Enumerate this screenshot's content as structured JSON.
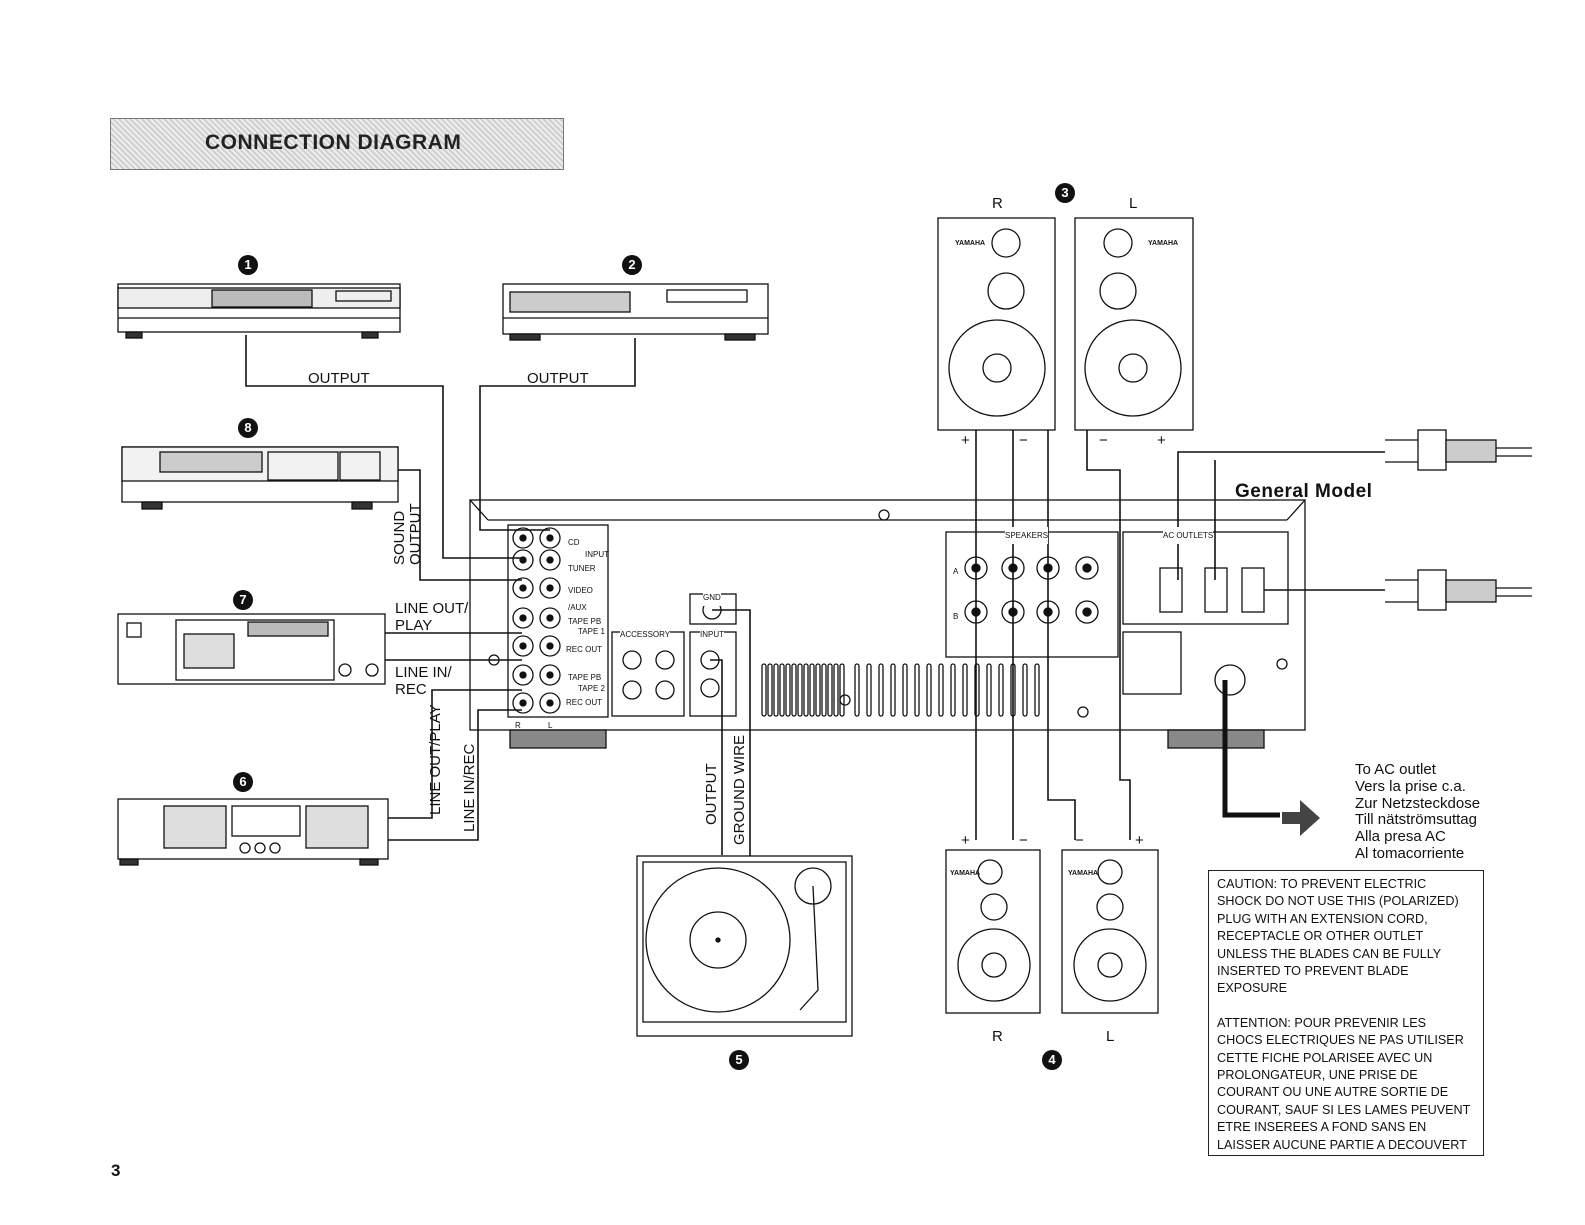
{
  "title": "CONNECTION DIAGRAM",
  "page_number": "3",
  "model_label": "General Model",
  "component_numbers": [
    "1",
    "2",
    "3",
    "4",
    "5",
    "6",
    "7",
    "8"
  ],
  "cable_labels": {
    "tuner_output": "OUTPUT",
    "cd_output": "OUTPUT",
    "sound_output": "SOUND OUTPUT",
    "line_out_play": [
      "LINE OUT/",
      "PLAY"
    ],
    "line_in_rec": [
      "LINE IN/",
      "REC"
    ],
    "line_out_play_vertical": "LINE OUT/PLAY",
    "line_in_rec_vertical": "LINE IN/REC",
    "turntable_output": "OUTPUT",
    "ground_wire": "GROUND WIRE"
  },
  "speaker_labels": {
    "top_right": "R",
    "top_left": "L",
    "bottom_right": "R",
    "bottom_left": "L",
    "plus": "+",
    "minus": "−",
    "brand": "YAMAHA"
  },
  "rear_panel": {
    "inputs": [
      "CD",
      "TUNER",
      "VIDEO /AUX",
      "TAPE PB",
      "REC OUT",
      "TAPE PB",
      "REC OUT"
    ],
    "input_group": "INPUT",
    "tape1": "TAPE 1",
    "tape2": "TAPE 2",
    "accessory": "ACCESSORY",
    "gnd": "GND",
    "phono_input": "INPUT",
    "speakers": "SPEAKERS",
    "speaker_rows": [
      "A",
      "B"
    ],
    "ac_outlets": "AC OUTLETS",
    "channel_r": "R",
    "channel_l": "L"
  },
  "ac_outlet_text": [
    "To AC outlet",
    "Vers la prise c.a.",
    "Zur Netzsteckdose",
    "Till nätströmsuttag",
    "Alla presa AC",
    "Al tomacorriente"
  ],
  "caution_en": [
    "CAUTION: TO PREVENT ELECTRIC",
    "SHOCK DO NOT USE THIS (POLARIZED)",
    "PLUG WITH AN EXTENSION CORD,",
    "RECEPTACLE OR OTHER OUTLET",
    "UNLESS THE BLADES CAN BE FULLY",
    "INSERTED TO PREVENT BLADE",
    "EXPOSURE"
  ],
  "caution_fr": [
    "ATTENTION: POUR PREVENIR LES",
    "CHOCS ELECTRIQUES NE PAS UTILISER",
    "CETTE FICHE POLARISEE AVEC UN",
    "PROLONGATEUR, UNE PRISE DE",
    "COURANT OU UNE AUTRE SORTIE DE",
    "COURANT, SAUF SI LES LAMES PEUVENT",
    "ETRE INSEREES A FOND SANS EN",
    "LAISSER AUCUNE PARTIE A DECOUVERT"
  ]
}
